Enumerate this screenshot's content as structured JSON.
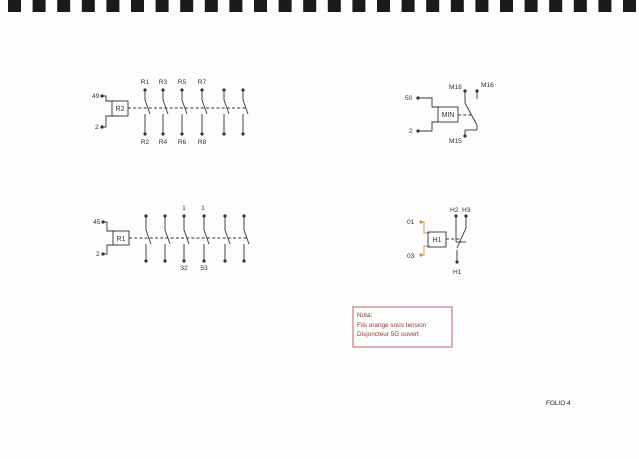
{
  "relay_r2": {
    "coil": "R2",
    "coil_top": "49",
    "coil_bottom": "2",
    "top": [
      "R1",
      "R3",
      "R5",
      "R7"
    ],
    "bottom": [
      "R2",
      "R4",
      "R6",
      "R8"
    ]
  },
  "relay_r1": {
    "coil": "R1",
    "coil_top": "45",
    "coil_bottom": "2",
    "top": [
      "1",
      "1"
    ],
    "bottom": [
      "32",
      "53"
    ]
  },
  "relay_min": {
    "coil": "MIN",
    "coil_top": "50",
    "coil_bottom": "2",
    "common": "M18",
    "no": "M16",
    "bottom": "M15"
  },
  "relay_h1": {
    "coil": "H1",
    "coil_top": "01",
    "coil_bottom": "03",
    "contact_a": "H2",
    "contact_b": "H3",
    "bottom": "H1"
  },
  "note": {
    "title": "Nota:",
    "line1": "Fils orange sous tension",
    "line2": "Disjoncteur 5G ouvert"
  },
  "folio": "FOLIO 4",
  "colors": {
    "ink": "#333333",
    "orange_wire": "#c8935a",
    "note": "#8b3a2a"
  }
}
